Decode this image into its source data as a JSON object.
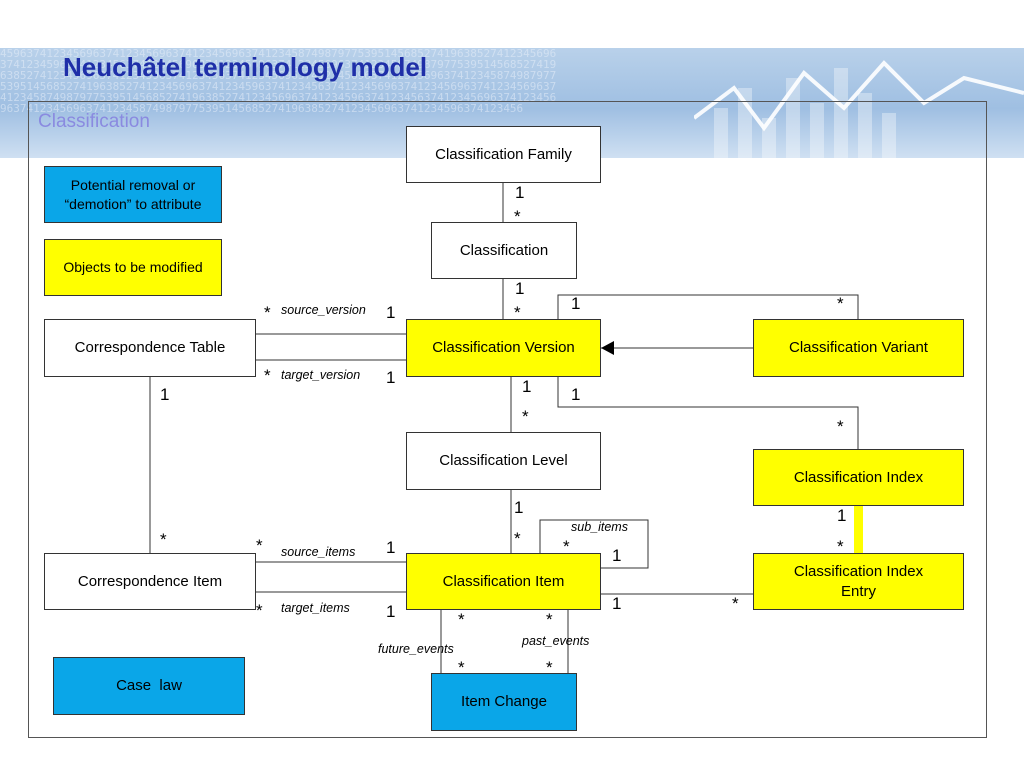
{
  "slide": {
    "title": "Neuchâtel terminology model",
    "subtitle": "Classification"
  },
  "legend": {
    "potential_removal": "Potential removal or “demotion” to attribute",
    "objects_modified": "Objects to be modified"
  },
  "classes": {
    "classification_family": "Classification Family",
    "classification": "Classification",
    "classification_version": "Classification Version",
    "classification_variant": "Classification Variant",
    "correspondence_table": "Correspondence Table",
    "classification_level": "Classification Level",
    "classification_index": "Classification Index",
    "classification_item": "Classification Item",
    "correspondence_item": "Correspondence Item",
    "classification_index_entry": "Classification Index Entry",
    "case_law": "Case  law",
    "item_change": "Item Change"
  },
  "multiplicities": {
    "one": "1",
    "many": "*"
  },
  "roles": {
    "source_version": "source_version",
    "target_version": "target_version",
    "source_items": "source_items",
    "target_items": "target_items",
    "sub_items": "sub_items",
    "future_events": "future_events",
    "past_events": "past_events"
  },
  "colors": {
    "title": "#1f2fa8",
    "modified_fill": "#ffff00",
    "removal_fill": "#0aa6e8",
    "banner": "#a9c6e6"
  }
}
